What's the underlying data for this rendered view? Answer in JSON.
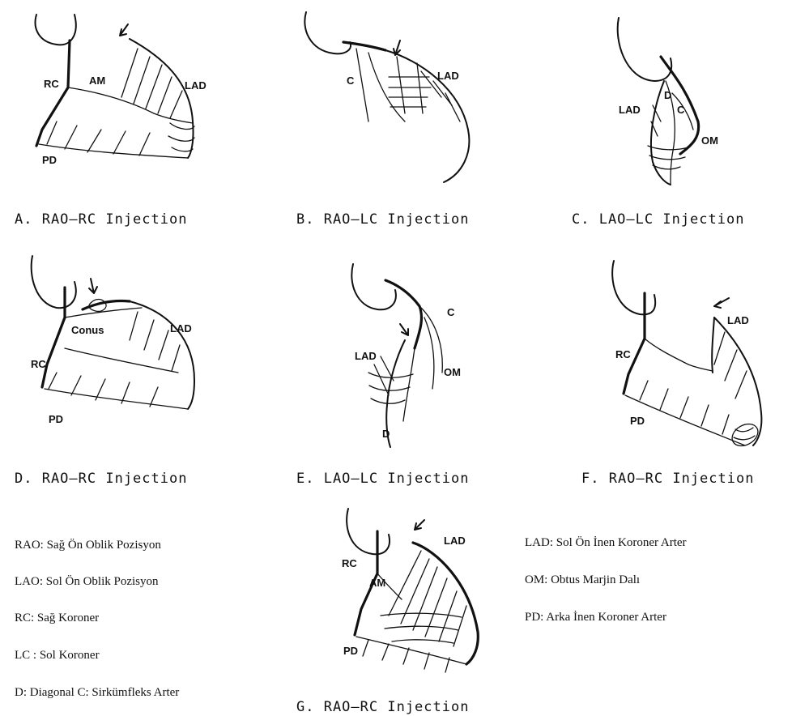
{
  "panels": [
    {
      "id": "A",
      "caption": "A. RAO–RC Injection",
      "labels": [
        "RC",
        "AM",
        "LAD",
        "PD"
      ]
    },
    {
      "id": "B",
      "caption": "B. RAO–LC Injection",
      "labels": [
        "C",
        "LAD"
      ]
    },
    {
      "id": "C",
      "caption": "C. LAO–LC Injection",
      "labels": [
        "LAD",
        "D",
        "C",
        "OM"
      ]
    },
    {
      "id": "D",
      "caption": "D. RAO–RC Injection",
      "labels": [
        "Conus",
        "LAD",
        "RC",
        "PD"
      ]
    },
    {
      "id": "E",
      "caption": "E. LAO–LC Injection",
      "labels": [
        "C",
        "LAD",
        "OM",
        "D"
      ]
    },
    {
      "id": "F",
      "caption": "F. RAO–RC Injection",
      "labels": [
        "LAD",
        "RC",
        "PD"
      ]
    },
    {
      "id": "G",
      "caption": "G. RAO–RC Injection",
      "labels": [
        "RC",
        "LAD",
        "AM",
        "PD"
      ]
    }
  ],
  "legend_left": [
    "RAO: Sağ Ön Oblik Pozisyon",
    "LAO: Sol Ön Oblik Pozisyon",
    "RC: Sağ Koroner",
    "LC : Sol Koroner",
    "D: Diagonal C: Sirkümfleks Arter"
  ],
  "legend_right": [
    "LAD: Sol Ön İnen Koroner Arter",
    "OM: Obtus Marjin Dalı",
    "PD: Arka İnen Koroner Arter"
  ]
}
